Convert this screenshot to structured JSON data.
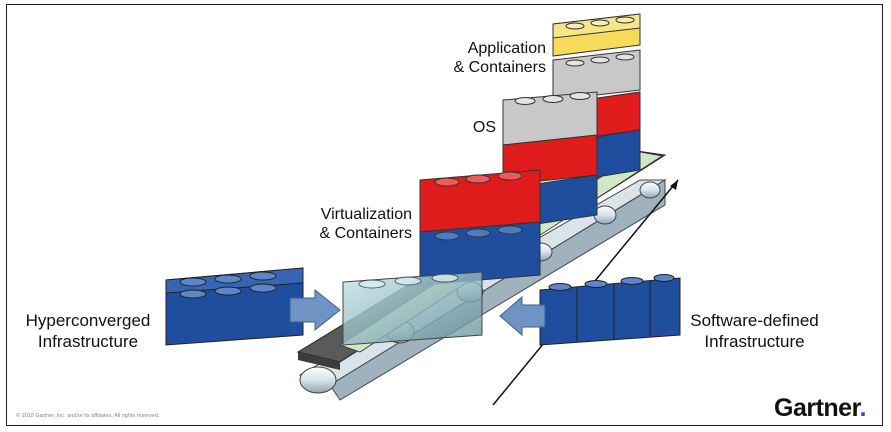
{
  "labels": {
    "app_containers_line1": "Application",
    "app_containers_line2": "& Containers",
    "os": "OS",
    "virt_line1": "Virtualization",
    "virt_line2": "& Containers",
    "hci_line1": "Hyperconverged",
    "hci_line2": "Infrastructure",
    "sdi_line1": "Software-defined",
    "sdi_line2": "Infrastructure"
  },
  "footer": {
    "copyright": "© 2018 Gartner, Inc. and/or its affiliates. All rights reserved.",
    "brand": "Gartner",
    "brand_dot": "."
  },
  "colors": {
    "blue": "#1f4e9e",
    "red": "#e01b1b",
    "gray": "#c8c8c8",
    "yellow": "#f5da5c",
    "belt": "#5a5a5a",
    "green_layer": "#cfe9c8",
    "arrow": "#6f94c4"
  }
}
